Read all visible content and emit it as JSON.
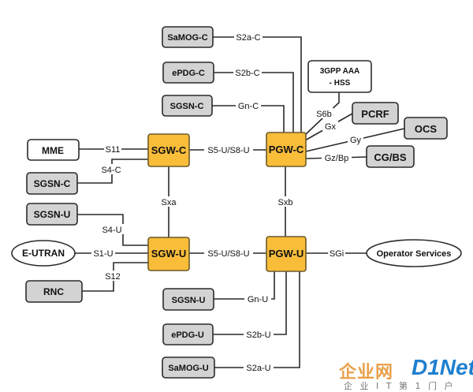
{
  "nodes": {
    "samog_c": "SaMOG-C",
    "epdg_c": "ePDG-C",
    "sgsn_c_top": "SGSN-C",
    "aaa_hss_line1": "3GPP AAA",
    "aaa_hss_line2": "- HSS",
    "pcrf": "PCRF",
    "ocs": "OCS",
    "cg_bs": "CG/BS",
    "mme": "MME",
    "sgw_c": "SGW-C",
    "pgw_c": "PGW-C",
    "sgsn_c_left": "SGSN-C",
    "sgsn_u_left": "SGSN-U",
    "e_utran": "E-UTRAN",
    "sgw_u": "SGW-U",
    "pgw_u": "PGW-U",
    "operator_services": "Operator Services",
    "rnc": "RNC",
    "sgsn_u_bottom": "SGSN-U",
    "epdg_u": "ePDG-U",
    "samog_u": "SaMOG-U"
  },
  "interfaces": {
    "s2a_c": "S2a-C",
    "s2b_c": "S2b-C",
    "gn_c": "Gn-C",
    "s6b": "S6b",
    "gx": "Gx",
    "gy": "Gy",
    "gz_bp": "Gz/Bp",
    "s11": "S11",
    "s4_c": "S4-C",
    "s5_s8_c": "S5-U/S8-U",
    "sxa": "Sxa",
    "sxb": "Sxb",
    "s4_u": "S4-U",
    "s1_u": "S1-U",
    "s12": "S12",
    "s5_s8_u": "S5-U/S8-U",
    "sgi": "SGi",
    "gn_u": "Gn-U",
    "s2b_u": "S2b-U",
    "s2a_u": "S2a-U"
  },
  "colors": {
    "core_fill": "#f9bd3a",
    "core_stroke": "#6b5a2a",
    "peer_fill": "#d3d3d3",
    "plain_fill": "#ffffff",
    "stroke": "#2a2a2a"
  },
  "watermark": {
    "cn": "企业网",
    "brand": "D1Net",
    "sub": "企 业 I T 第 1 门 户"
  }
}
